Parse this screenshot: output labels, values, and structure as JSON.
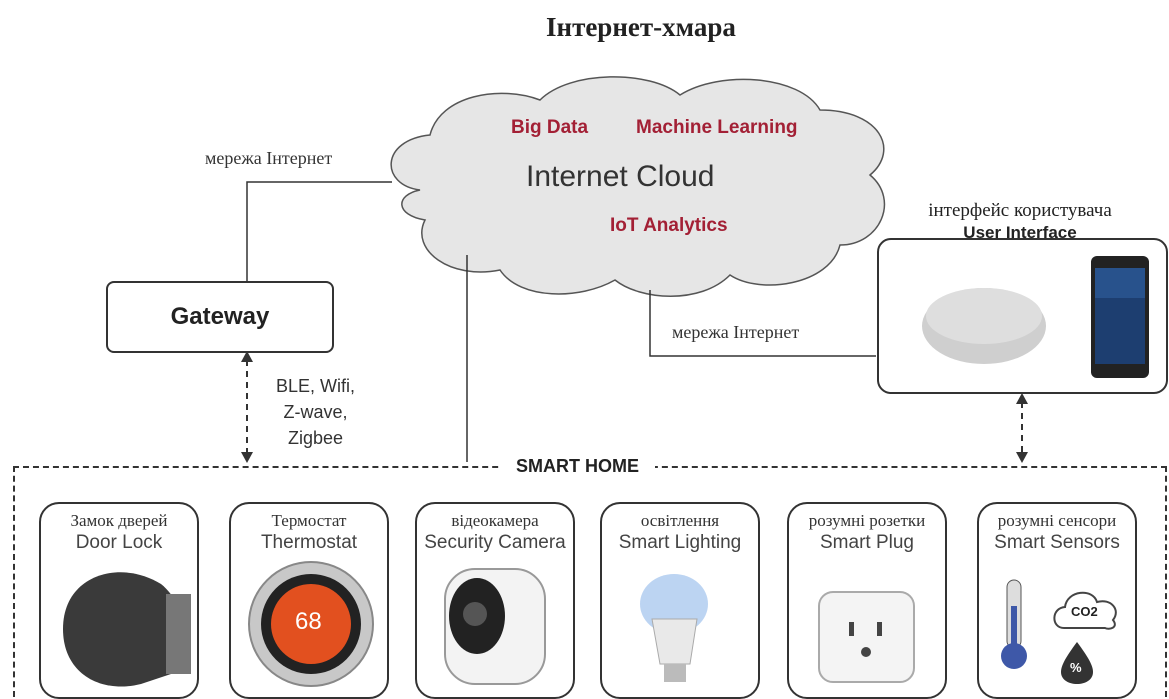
{
  "title": "Інтернет-хмара",
  "cloud": {
    "big_data": "Big Data",
    "machine_learning": "Machine Learning",
    "main": "Internet Cloud",
    "iot_analytics": "IoT Analytics"
  },
  "left_link_label": "мережа Інтернет",
  "right_link_label": "мережа Інтернет",
  "gateway": {
    "label": "Gateway"
  },
  "protocols": [
    "BLE, Wifi,",
    "Z-wave,",
    "Zigbee"
  ],
  "user_interface": {
    "label_en": "User Interface",
    "label_uk": "інтерфейс користувача"
  },
  "smart_home": {
    "label": "SMART HOME"
  },
  "devices": [
    {
      "en": "Door Lock",
      "uk": "Замок дверей"
    },
    {
      "en": "Thermostat",
      "uk": "Термостат",
      "display": "68"
    },
    {
      "en": "Security Camera",
      "uk": "відеокамера"
    },
    {
      "en": "Smart Lighting",
      "uk": "освітлення"
    },
    {
      "en": "Smart Plug",
      "uk": "розумні розетки"
    },
    {
      "en": "Smart Sensors",
      "uk": "розумні сенсори",
      "badge": "CO2",
      "drop": "%"
    }
  ]
}
